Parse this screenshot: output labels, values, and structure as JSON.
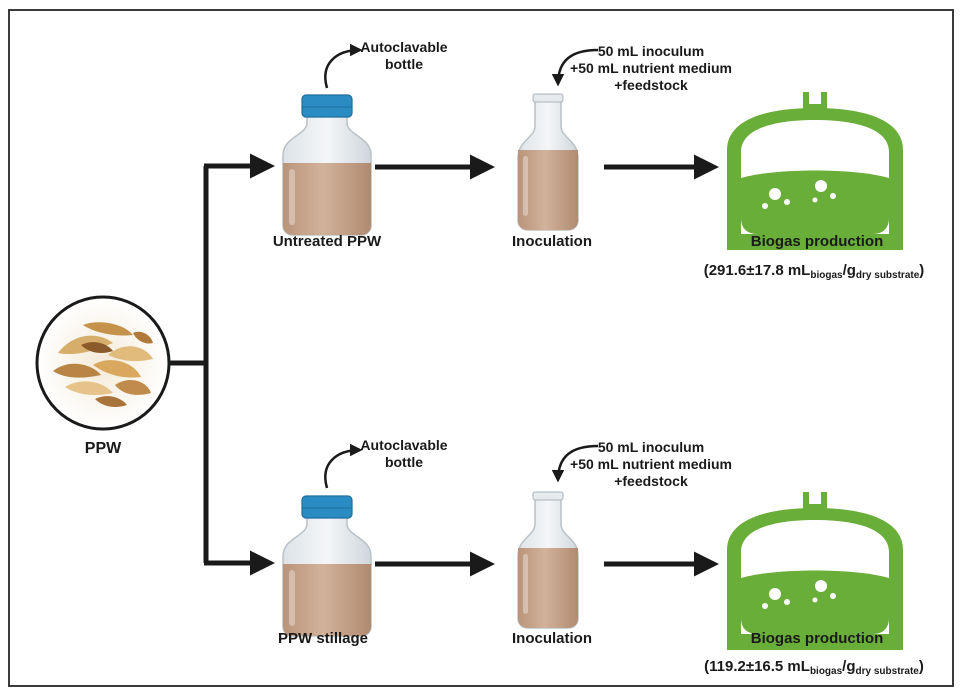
{
  "source": {
    "label": "PPW"
  },
  "branches": [
    {
      "bottle_note_line1": "Autoclavable",
      "bottle_note_line2": "bottle",
      "sample_label": "Untreated PPW",
      "inoculum_line1": "50 mL inoculum",
      "inoculum_line2": "+50 mL nutrient medium",
      "inoculum_line3": "+feedstock",
      "inoculation_label": "Inoculation",
      "result_label": "Biogas production",
      "result_value": "291.6±17.8 mL",
      "result_sub1": "biogas",
      "result_slash": "/g",
      "result_sub2": "dry substrate"
    },
    {
      "bottle_note_line1": "Autoclavable",
      "bottle_note_line2": "bottle",
      "sample_label": "PPW stillage",
      "inoculum_line1": "50 mL inoculum",
      "inoculum_line2": "+50 mL nutrient medium",
      "inoculum_line3": "+feedstock",
      "inoculation_label": "Inoculation",
      "result_label": "Biogas production",
      "result_value": "119.2±16.5 mL",
      "result_sub1": "biogas",
      "result_slash": "/g",
      "result_sub2": "dry substrate"
    }
  ],
  "colors": {
    "arrow": "#1a1a1a",
    "digester": "#6aae3a",
    "bottle_cap": "#2b8cc4",
    "liquid": "#c8a58c"
  }
}
